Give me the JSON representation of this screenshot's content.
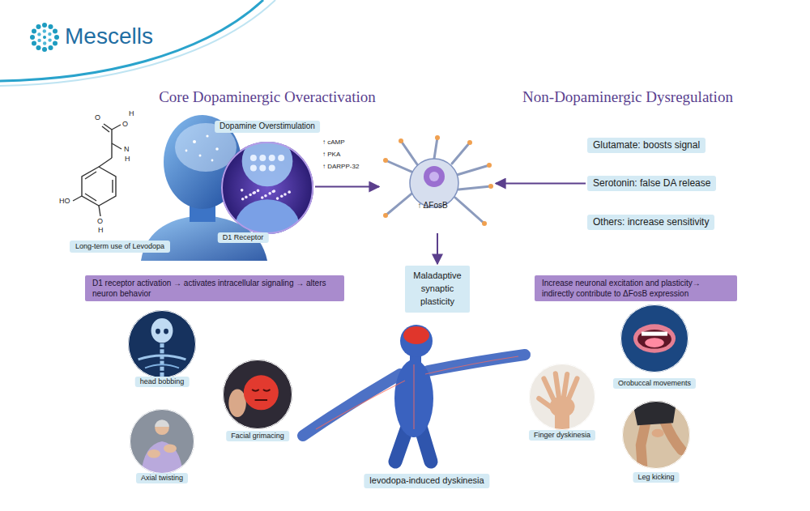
{
  "diagram": {
    "nodes": [
      {
        "text": [
          "Long-term use of Levodopa"
        ]
      },
      {
        "text": [
          "Dopamine Overstimulation",
          "D1 Receptor"
        ]
      },
      {
        "text": [
          "↑ ΔFosB"
        ]
      },
      {
        "text": [
          "Glutamate: boosts signal"
        ]
      },
      {
        "text": [
          "Serotonin: false DA release"
        ]
      },
      {
        "text": [
          "Others: increase sensitivity"
        ]
      },
      {
        "text": [
          "D1 receptor activation → activates intracellular signaling → alters neuron behavior"
        ]
      },
      {
        "text": [
          "Increase neuronal excitation and plasticity→ indirectly contribute to ΔFosB expression"
        ]
      },
      {
        "text": [
          "Maladaptive synaptic plasticity"
        ]
      },
      {
        "text": [
          "levodopa-induced dyskinesia"
        ]
      },
      {
        "text": [
          "head bobbing"
        ]
      },
      {
        "text": [
          "Facial grimacing"
        ]
      },
      {
        "text": [
          "Axial twisting"
        ]
      },
      {
        "text": [
          "Finger dyskinesia"
        ]
      },
      {
        "text": [
          "Orobuccal movements"
        ]
      },
      {
        "text": [
          "Leg kicking"
        ]
      }
    ],
    "edges": [
      {
        "from": 1,
        "to": 2,
        "arrow": "to"
      },
      {
        "from": 4,
        "to": 2,
        "arrow": "to"
      },
      {
        "from": 2,
        "to": 8,
        "arrow": "to"
      }
    ],
    "labels": [
      "Mescells",
      "Core Dopaminergic Overactivation",
      "Non-Dopaminergic Dysregulation",
      "↑ cAMP",
      "↑ PKA",
      "↑ DARPP-32",
      "O",
      "H",
      "O",
      "N",
      "H",
      "HO",
      "O",
      "H"
    ]
  }
}
